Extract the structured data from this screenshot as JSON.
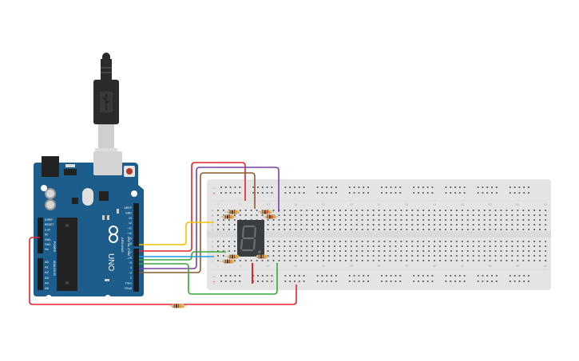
{
  "scene": {
    "title": "Arduino 7-segment display circuit",
    "background": "#ffffff"
  },
  "usb_cable": {
    "icon": "usb-icon",
    "color": "#2b2b2b"
  },
  "arduino": {
    "board_color": "#1d5d8c",
    "model_label": "UNO",
    "brand_label": "ARDUINO",
    "digital_header_label": "DIGITAL (PWM ~)",
    "power_header_label": "POWER",
    "analog_header_label": "ANALOG IN",
    "on_label": "ON",
    "led_labels": [
      "TX",
      "RX",
      "L"
    ],
    "power_pins": [
      "IOREF",
      "RESET",
      "3.3V",
      "5V",
      "GND",
      "GND",
      "Vin"
    ],
    "analog_pins": [
      "A0",
      "A1",
      "A2",
      "A3",
      "A4",
      "A5"
    ],
    "digital_pins_top": [
      "AREF",
      "GND",
      "13",
      "12",
      "~11",
      "~10",
      "~9",
      "8"
    ],
    "digital_pins_bottom": [
      "7",
      "~6",
      "~5",
      "4",
      "~3",
      "2",
      "TX▸1",
      "RX◂0"
    ]
  },
  "breadboard": {
    "color": "#e4e4e4",
    "row_labels_top": [
      "A",
      "B",
      "C",
      "D",
      "E"
    ],
    "row_labels_bottom": [
      "F",
      "G",
      "H",
      "I",
      "J"
    ],
    "column_numbers": [
      "1",
      "5",
      "10",
      "15",
      "20",
      "25",
      "30",
      "35",
      "40",
      "45",
      "50",
      "55",
      "60"
    ],
    "rail_minus": "−",
    "rail_plus": "+",
    "columns": 60
  },
  "seven_segment": {
    "digit": "8",
    "decimal_point": true,
    "body_color": "#3a3d3f",
    "segment_color": "#6b6e70"
  },
  "resistors": {
    "count": 9,
    "band_colors": [
      "#8b5a2b",
      "#111111",
      "#d22",
      "#d4a21c"
    ]
  },
  "wires": [
    {
      "name": "wire-yellow",
      "color": "#f2c300",
      "from": "pin 8"
    },
    {
      "name": "wire-red-pin7",
      "color": "#e0252a",
      "from": "pin 7"
    },
    {
      "name": "wire-blue",
      "color": "#1f9be0",
      "from": "pin 6"
    },
    {
      "name": "wire-green-pin5",
      "color": "#3aa53a",
      "from": "pin 5"
    },
    {
      "name": "wire-green-pin4",
      "color": "#3aa53a",
      "from": "pin 4"
    },
    {
      "name": "wire-purple",
      "color": "#7a3fa0",
      "from": "pin 3"
    },
    {
      "name": "wire-brown",
      "color": "#8a5a2e",
      "from": "pin 2"
    },
    {
      "name": "wire-red-5v",
      "color": "#e0252a",
      "from": "5V"
    }
  ]
}
